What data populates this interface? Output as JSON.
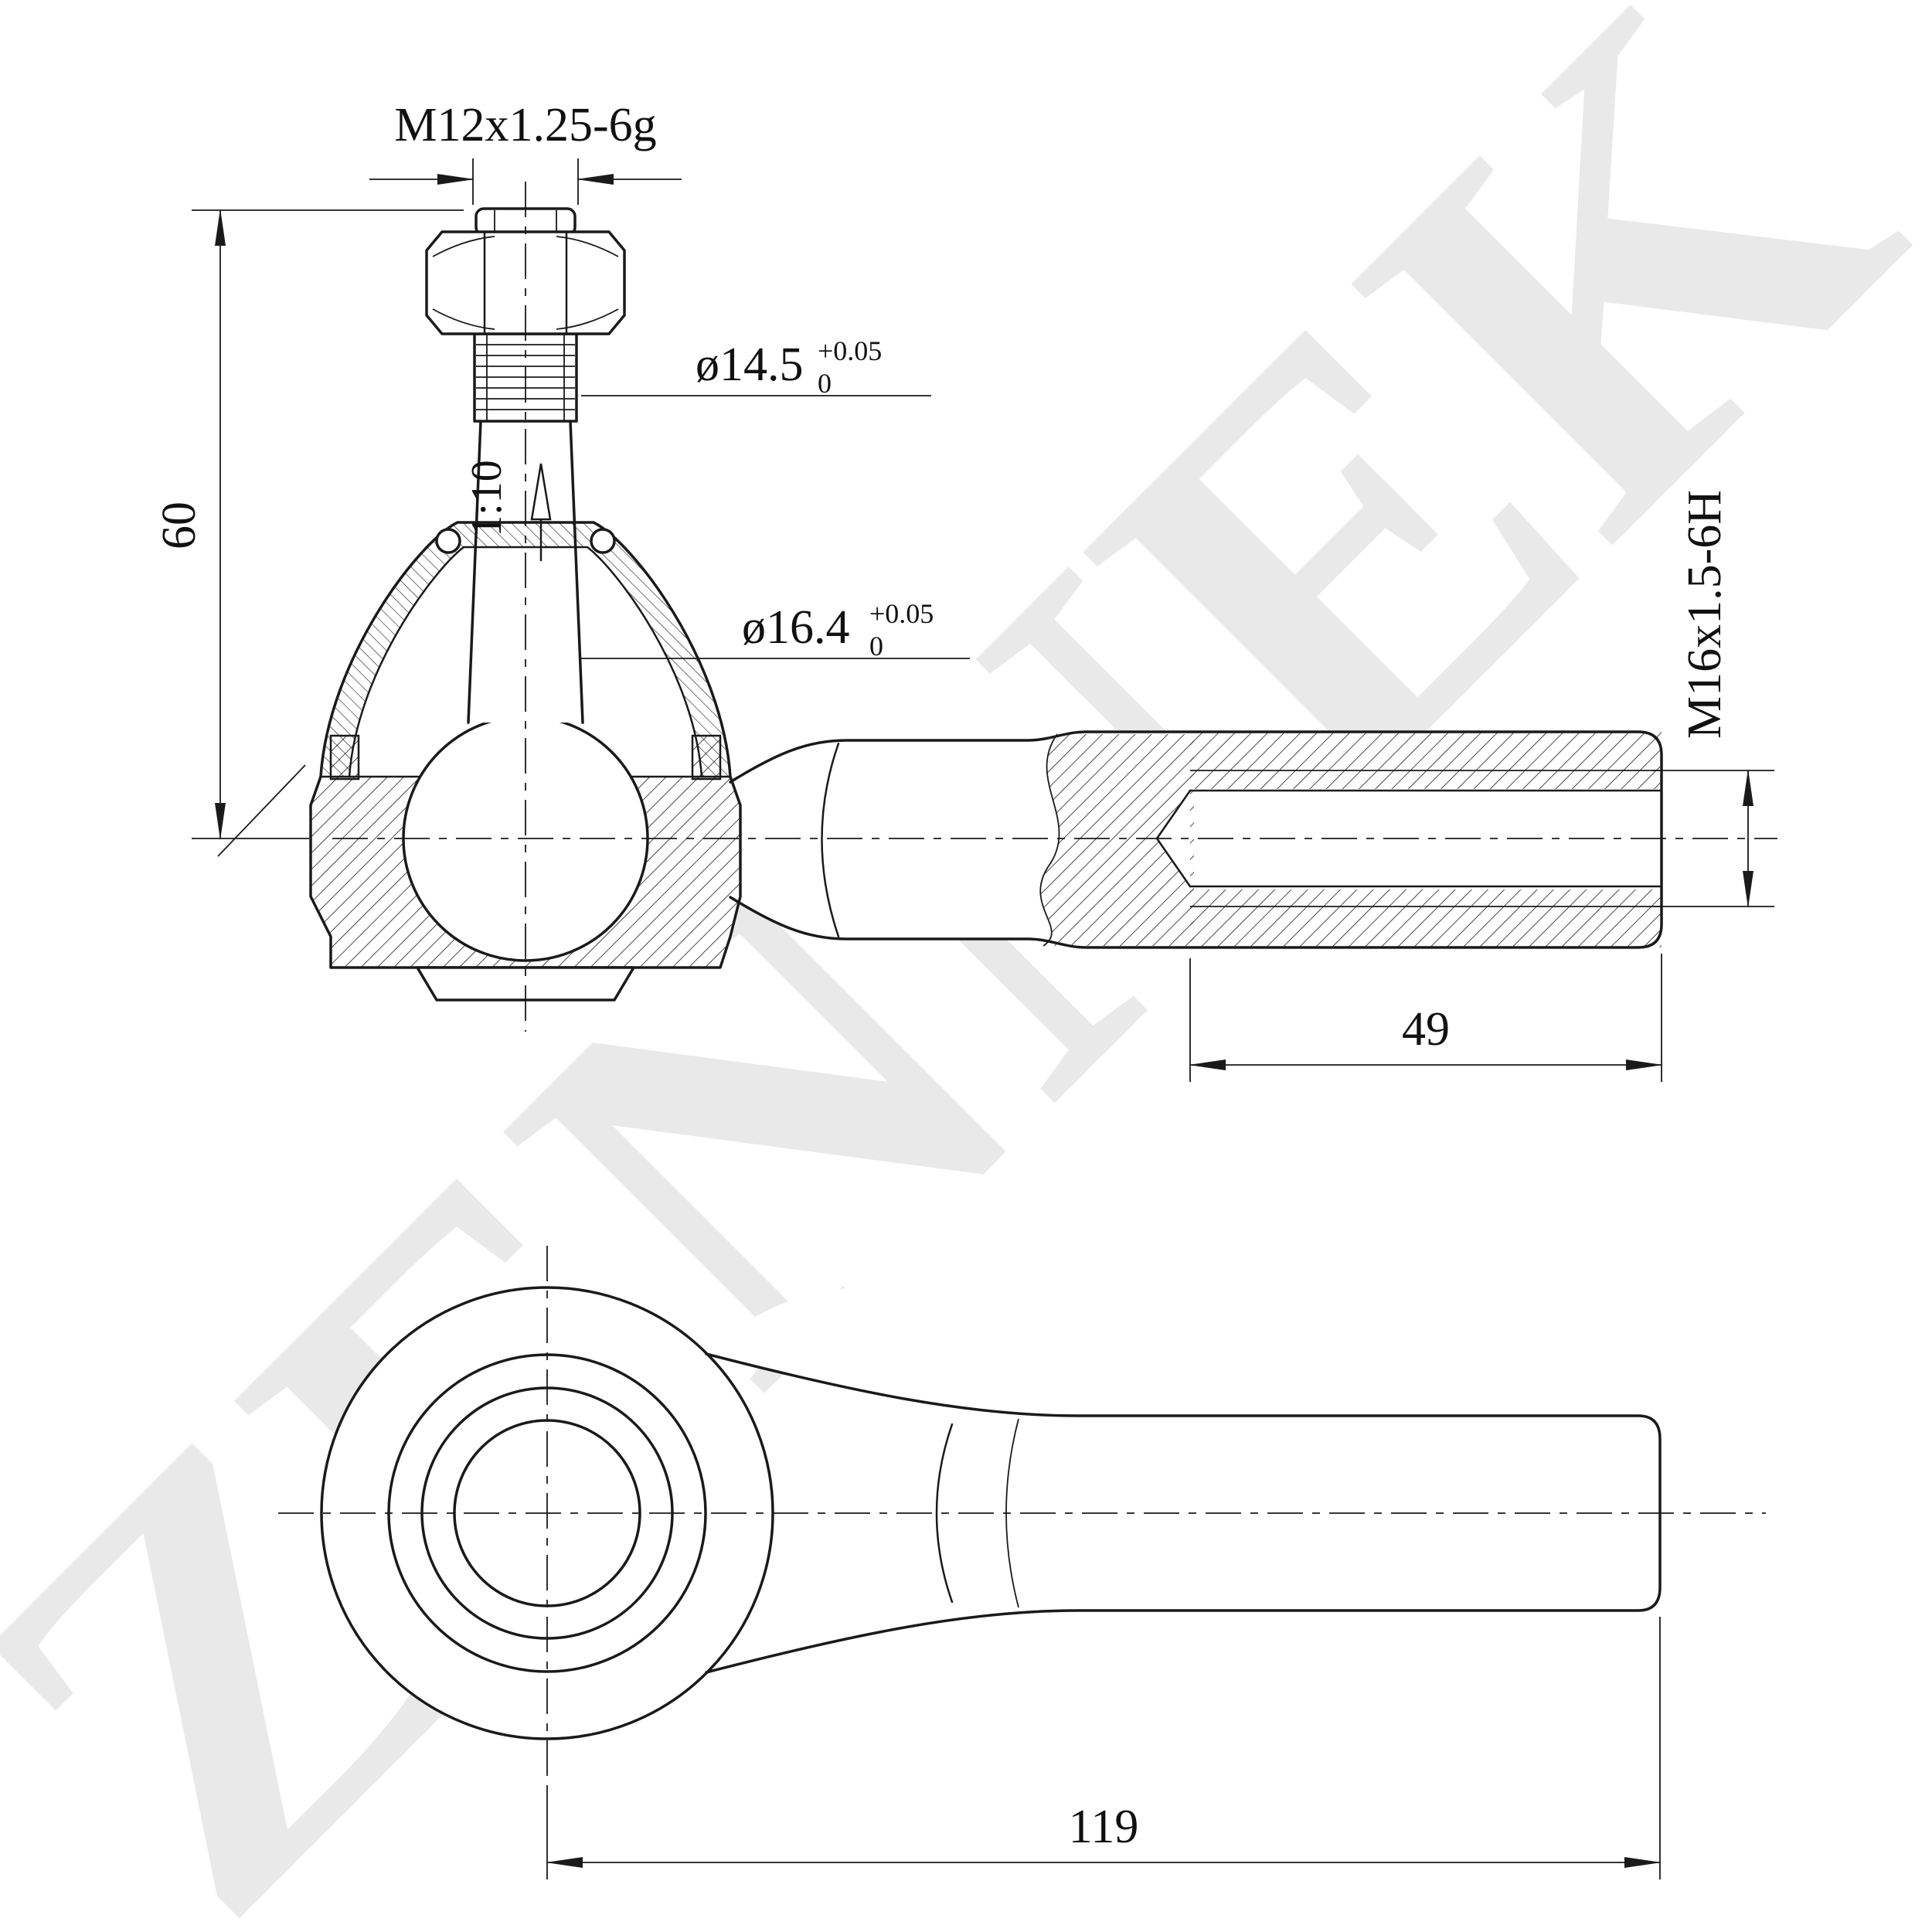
{
  "watermark": {
    "text": "ZENNEK",
    "color": "#e9e9e9"
  },
  "views": {
    "section": {
      "stud_thread_label": "M12x1.25-6g",
      "height_dim": "60",
      "taper_label": "1:10",
      "small_dia": {
        "value": "ø14.5",
        "tol_plus": "+0.05",
        "tol_minus": "0"
      },
      "large_dia": {
        "value": "ø16.4",
        "tol_plus": "+0.05",
        "tol_minus": "0"
      },
      "socket_thread_label": "M16x1.5-6H",
      "thread_depth_dim": "49"
    },
    "plan": {
      "length_dim": "119"
    }
  }
}
